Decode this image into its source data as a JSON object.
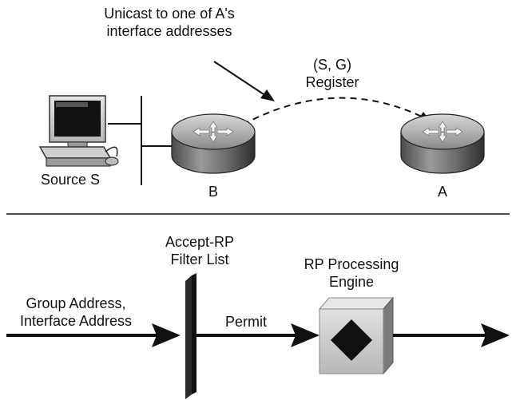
{
  "top": {
    "annotation_line1": "Unicast to one of A's",
    "annotation_line2": "interface addresses",
    "message_line1": "(S, G)",
    "message_line2": "Register",
    "source_label": "Source S",
    "router_b_label": "B",
    "router_a_label": "A"
  },
  "bottom": {
    "filter_line1": "Accept-RP",
    "filter_line2": "Filter List",
    "engine_line1": "RP Processing",
    "engine_line2": "Engine",
    "input_line1": "Group Address,",
    "input_line2": "Interface Address",
    "permit_label": "Permit"
  }
}
